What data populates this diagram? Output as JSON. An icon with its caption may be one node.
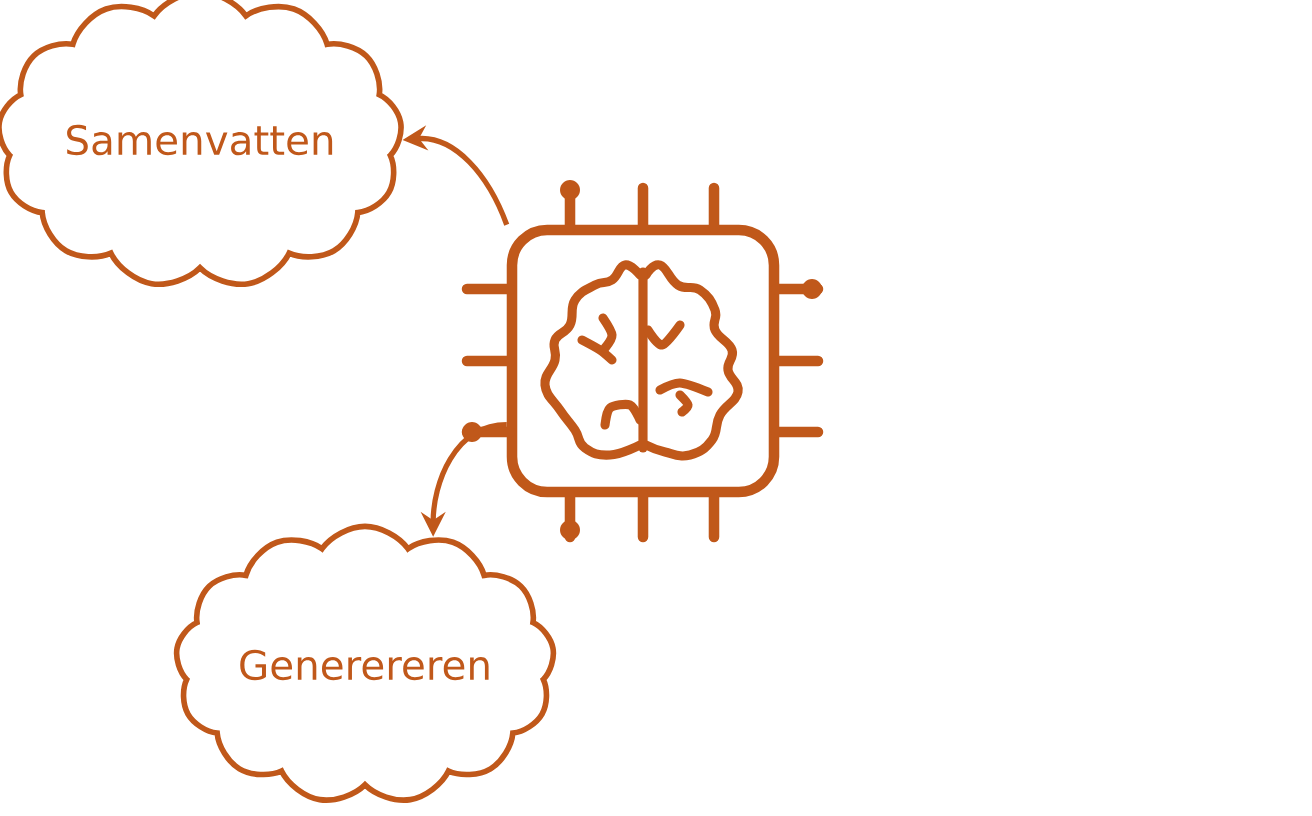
{
  "diagram": {
    "nodes": [
      {
        "text": [
          "Samenvatten"
        ]
      },
      {
        "text": [],
        "shape": "picture"
      },
      {
        "text": [
          "Generereren"
        ]
      }
    ],
    "edges": [
      {
        "from": 1,
        "to": 0,
        "arrow": "to"
      },
      {
        "from": 1,
        "to": 2,
        "arrow": "to"
      }
    ]
  }
}
